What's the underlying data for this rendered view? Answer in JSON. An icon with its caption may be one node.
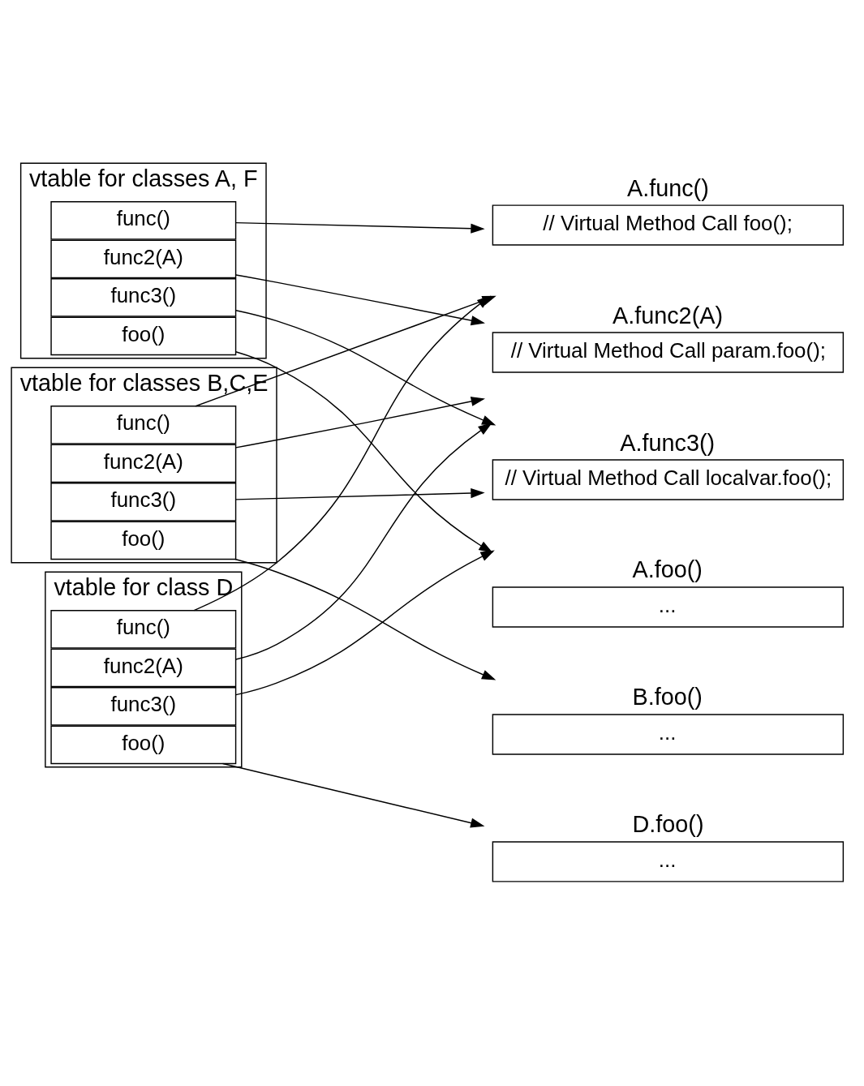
{
  "diagram": {
    "nodes": [
      {
        "text": [
          "vtable for classes A, F"
        ]
      },
      {
        "text": [
          "func()"
        ],
        "in": 0
      },
      {
        "text": [
          "func2(A)"
        ],
        "in": 0
      },
      {
        "text": [
          "func3()"
        ],
        "in": 0
      },
      {
        "text": [
          "foo()"
        ],
        "in": 0
      },
      {
        "text": [
          "vtable for classes B,C,E"
        ]
      },
      {
        "text": [
          "func()"
        ],
        "in": 5
      },
      {
        "text": [
          "func2(A)"
        ],
        "in": 5
      },
      {
        "text": [
          "func3()"
        ],
        "in": 5
      },
      {
        "text": [
          "foo()"
        ],
        "in": 5
      },
      {
        "text": [
          "vtable for class D"
        ]
      },
      {
        "text": [
          "func()"
        ],
        "in": 10
      },
      {
        "text": [
          "func2(A)"
        ],
        "in": 10
      },
      {
        "text": [
          "func3()"
        ],
        "in": 10
      },
      {
        "text": [
          "foo()"
        ],
        "in": 10
      },
      {
        "text": [
          "A.func()",
          "// Virtual Method Call foo();"
        ]
      },
      {
        "text": [
          "A.func2(A)",
          "// Virtual Method Call param.foo();"
        ]
      },
      {
        "text": [
          "A.func3()",
          "// Virtual Method Call localvar.foo();"
        ]
      },
      {
        "text": [
          "A.foo()",
          "..."
        ]
      },
      {
        "text": [
          "B.foo()",
          "..."
        ]
      },
      {
        "text": [
          "D.foo()",
          "..."
        ]
      }
    ],
    "edges": [
      {
        "from": 1,
        "to": 15,
        "arrow": "to"
      },
      {
        "from": 2,
        "to": 16,
        "arrow": "to"
      },
      {
        "from": 3,
        "to": 17,
        "arrow": "to"
      },
      {
        "from": 4,
        "to": 18,
        "arrow": "to"
      },
      {
        "from": 6,
        "to": 15,
        "arrow": "to"
      },
      {
        "from": 7,
        "to": 16,
        "arrow": "to"
      },
      {
        "from": 8,
        "to": 17,
        "arrow": "to"
      },
      {
        "from": 9,
        "to": 19,
        "arrow": "to"
      },
      {
        "from": 11,
        "to": 15,
        "arrow": "to"
      },
      {
        "from": 12,
        "to": 16,
        "arrow": "to"
      },
      {
        "from": 13,
        "to": 17,
        "arrow": "to"
      },
      {
        "from": 14,
        "to": 20,
        "arrow": "to"
      }
    ]
  }
}
